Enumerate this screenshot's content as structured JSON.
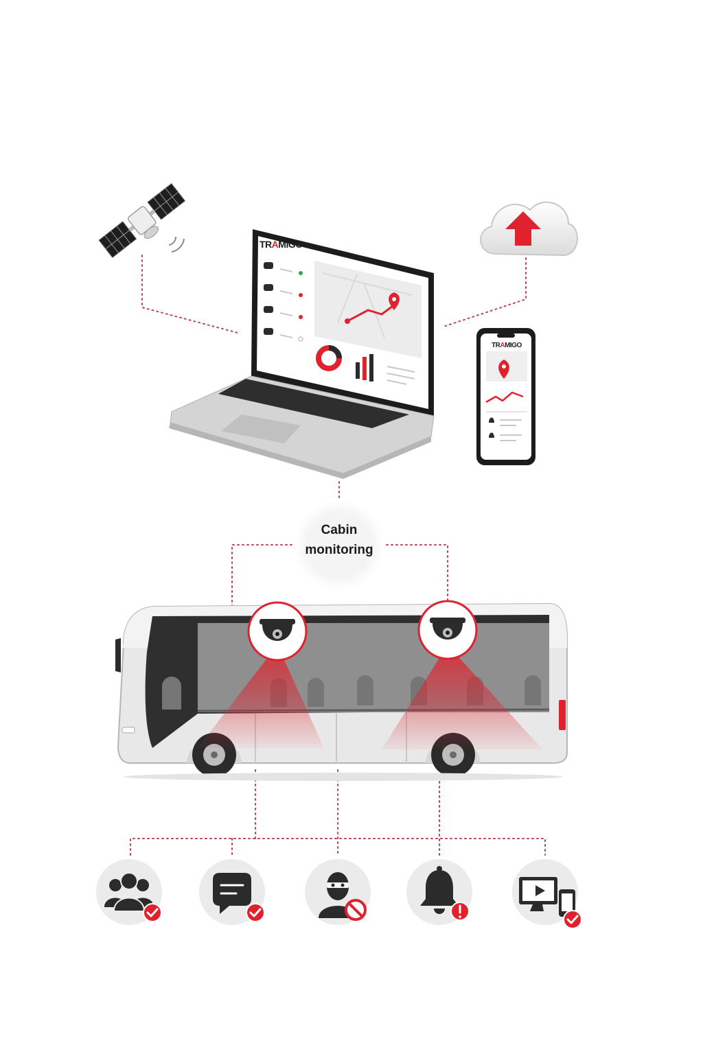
{
  "laptop": {
    "brand": "TRAMIGO"
  },
  "phone": {
    "brand": "TRAMIGO"
  },
  "hub": {
    "line1": "Cabin",
    "line2": "monitoring"
  },
  "colors": {
    "accent": "#e0222e",
    "dark": "#2b2b2b",
    "icon_bg": "#ebebeb",
    "bus_body": "#e6e6e6",
    "connector": "#b8474c"
  },
  "devices": [
    {
      "icon": "satellite-icon"
    },
    {
      "icon": "laptop-icon"
    },
    {
      "icon": "cloud-upload-icon"
    },
    {
      "icon": "smartphone-icon"
    }
  ],
  "cameras": [
    {
      "icon": "dome-camera-icon"
    },
    {
      "icon": "dome-camera-icon"
    }
  ],
  "features": [
    {
      "icon": "passenger-group-icon",
      "badge": "check"
    },
    {
      "icon": "chat-message-icon",
      "badge": "check"
    },
    {
      "icon": "masked-intruder-icon",
      "badge": "prohibited"
    },
    {
      "icon": "bell-alert-icon",
      "badge": "alert"
    },
    {
      "icon": "monitor-mobile-icon",
      "badge": "check"
    }
  ]
}
